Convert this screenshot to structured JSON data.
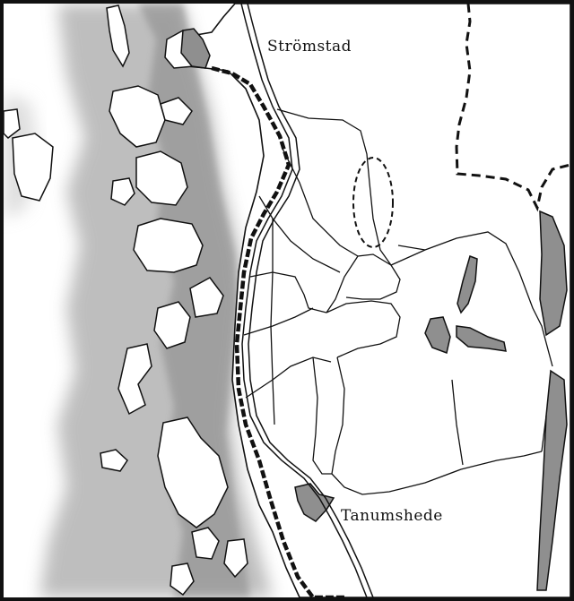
{
  "map": {
    "labels": {
      "stromstad": "Strömstad",
      "tanumshede": "Tanumshede"
    },
    "colors": {
      "water": "#ffffff",
      "coast_shadow": "#9a9a9a",
      "lake_fill": "#8f8f8f",
      "ink": "#111111",
      "frame": "#111111"
    },
    "legend_items": {
      "border": "dashed-border",
      "railway": "railway-line",
      "main_road": "double-road",
      "roads": "minor-roads",
      "protected_area": "dashed-ellipse"
    }
  }
}
